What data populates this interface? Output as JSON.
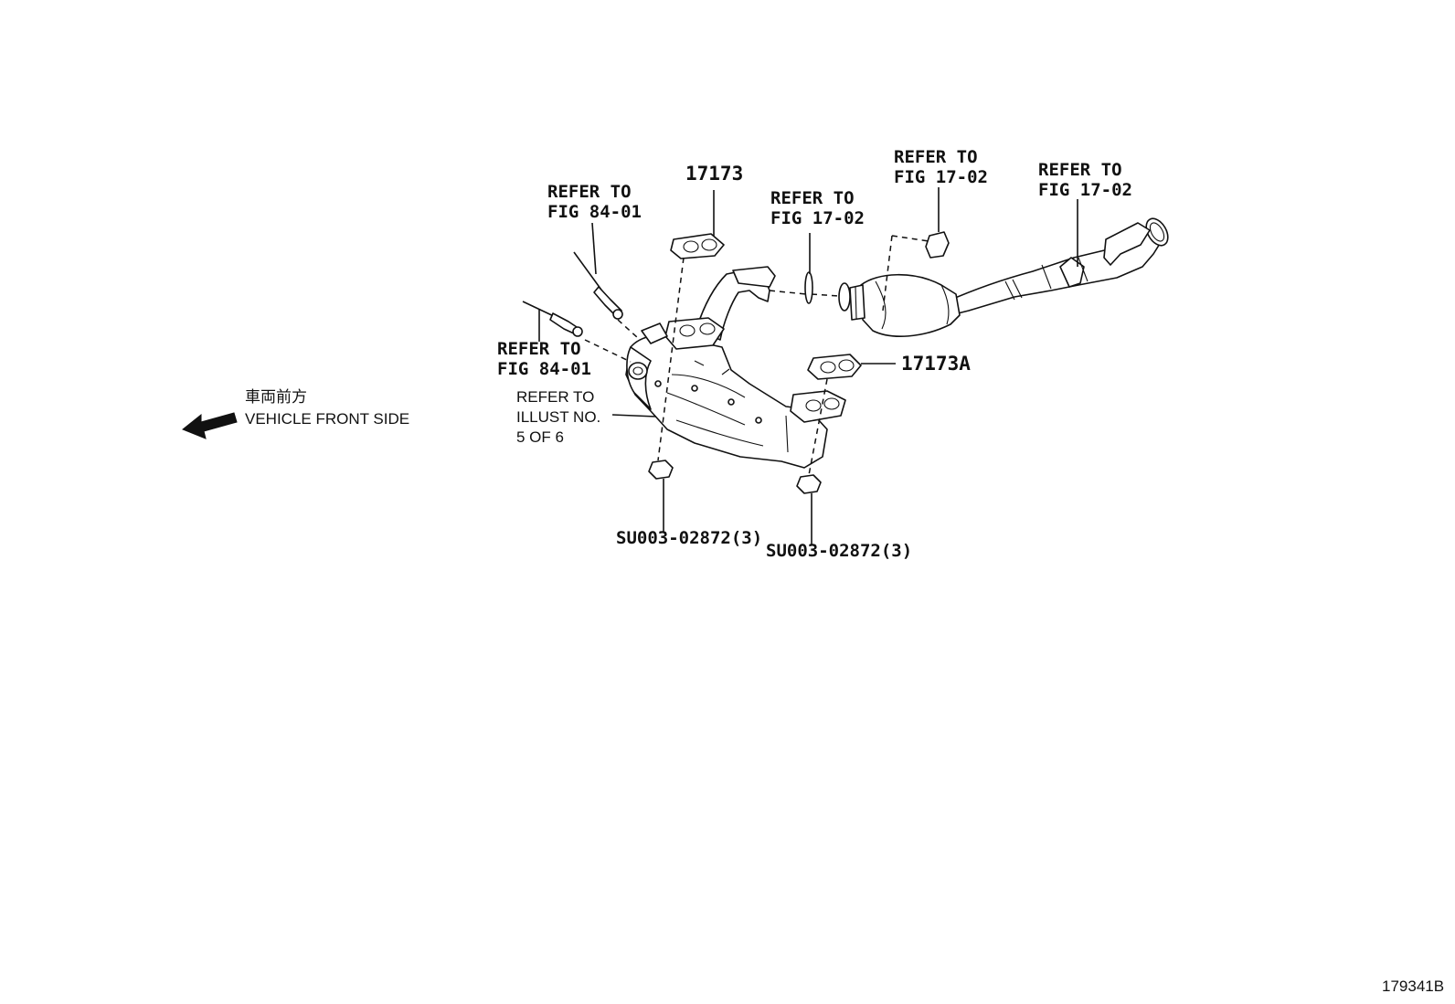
{
  "labels": {
    "refer_fig_84_01_upper": [
      "REFER TO",
      "FIG 84-01"
    ],
    "refer_fig_84_01_lower": [
      "REFER TO",
      "FIG 84-01"
    ],
    "part_17173": "17173",
    "refer_fig_17_02_gasket": [
      "REFER TO",
      "FIG 17-02"
    ],
    "refer_fig_17_02_nut": [
      "REFER TO",
      "FIG 17-02"
    ],
    "refer_fig_17_02_pipe": [
      "REFER TO",
      "FIG 17-02"
    ],
    "part_17173A": "17173A",
    "refer_illust": [
      "REFER TO",
      "ILLUST NO.",
      "5 OF 6"
    ],
    "vehicle_front_jp": "車両前方",
    "vehicle_front_en": "VEHICLE FRONT SIDE",
    "nut_left": "SU003-02872(3)",
    "nut_right": "SU003-02872(3)",
    "illustration_id": "179341B"
  },
  "icons": {
    "front_arrow": "arrow-left-icon"
  },
  "colors": {
    "ink": "#111111",
    "background": "#ffffff"
  }
}
